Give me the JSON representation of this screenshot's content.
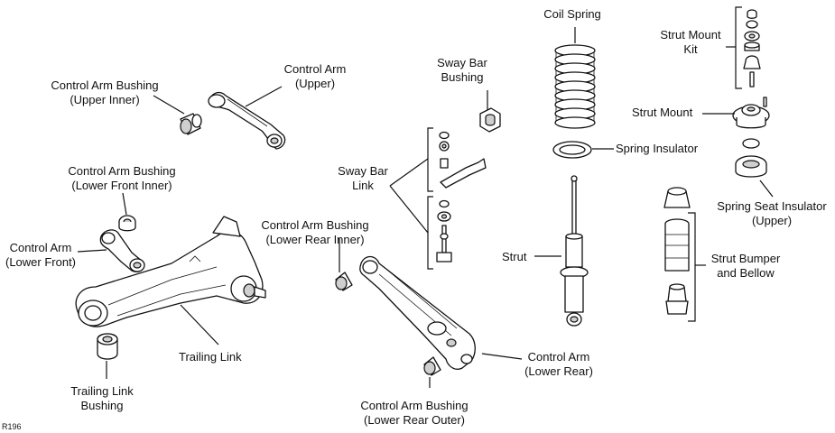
{
  "figure_code": "R196",
  "labels": {
    "coil_spring": "Coil Spring",
    "strut_mount_kit": "Strut Mount\nKit",
    "strut_mount": "Strut Mount",
    "spring_insulator": "Spring Insulator",
    "spring_seat_insulator": "Spring Seat Insulator\n(Upper)",
    "strut": "Strut",
    "strut_bumper_bellow": "Strut Bumper\nand Bellow",
    "sway_bar_bushing": "Sway Bar\nBushing",
    "sway_bar_link": "Sway Bar\nLink",
    "control_arm_upper": "Control Arm\n(Upper)",
    "cab_upper_inner": "Control Arm Bushing\n(Upper Inner)",
    "cab_lower_front_inner": "Control Arm Bushing\n(Lower Front Inner)",
    "control_arm_lower_front": "Control Arm\n(Lower Front)",
    "cab_lower_rear_inner": "Control Arm Bushing\n(Lower Rear Inner)",
    "trailing_link": "Trailing Link",
    "trailing_link_bushing": "Trailing Link\nBushing",
    "control_arm_lower_rear": "Control Arm\n(Lower Rear)",
    "cab_lower_rear_outer": "Control Arm Bushing\n(Lower Rear Outer)"
  }
}
